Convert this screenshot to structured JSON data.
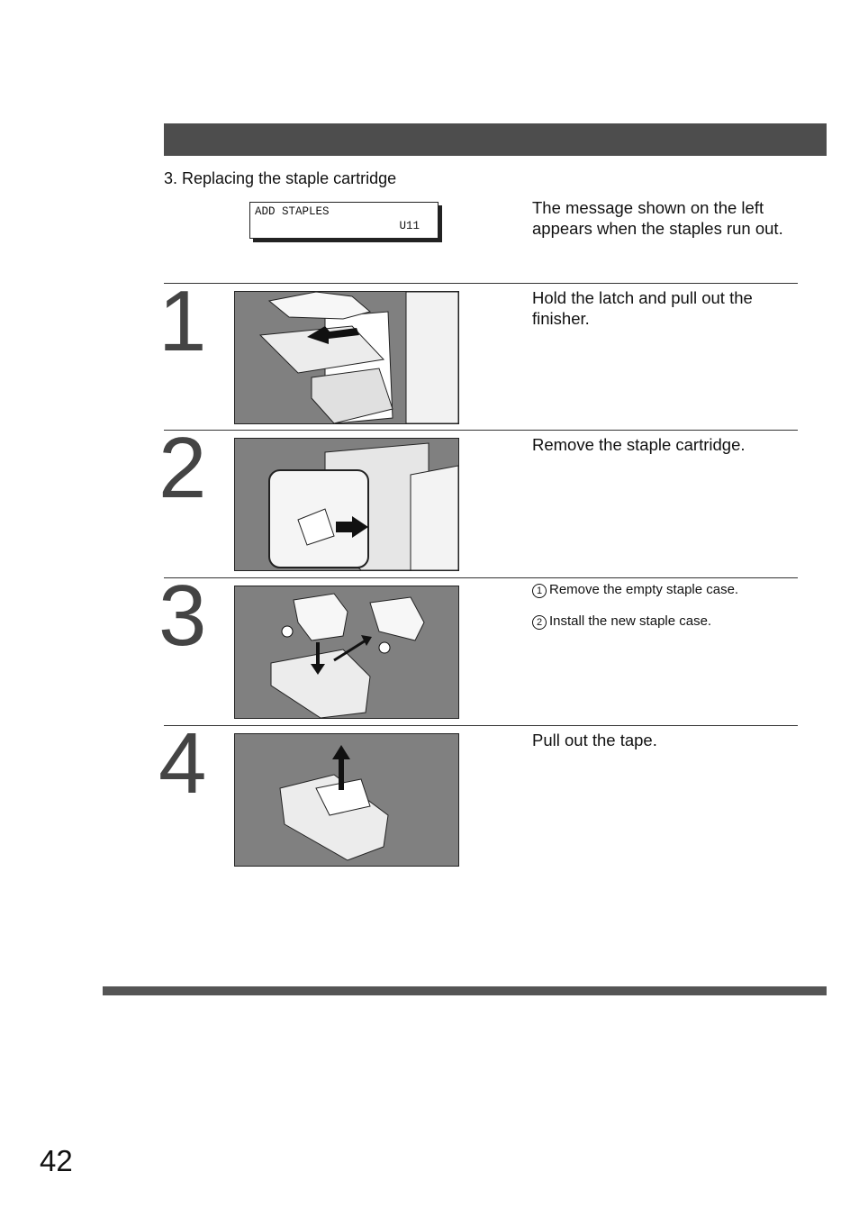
{
  "section": {
    "title": "3. Replacing the staple cartridge"
  },
  "display": {
    "line1": "ADD STAPLES",
    "line2": "U11"
  },
  "intro": {
    "text": "The message shown on the left appears when the staples run out."
  },
  "steps": [
    {
      "number": "1",
      "text": "Hold the latch and pull out the finisher."
    },
    {
      "number": "2",
      "text": "Remove the staple cartridge."
    },
    {
      "number": "3",
      "substeps": [
        {
          "marker": "1",
          "text": "Remove the empty staple case."
        },
        {
          "marker": "2",
          "text": "Install the new staple case."
        }
      ]
    },
    {
      "number": "4",
      "text": "Pull out the tape."
    }
  ],
  "page": {
    "number": "42"
  },
  "colors": {
    "header_bar": "#4d4d4d",
    "image_background": "#808080"
  }
}
